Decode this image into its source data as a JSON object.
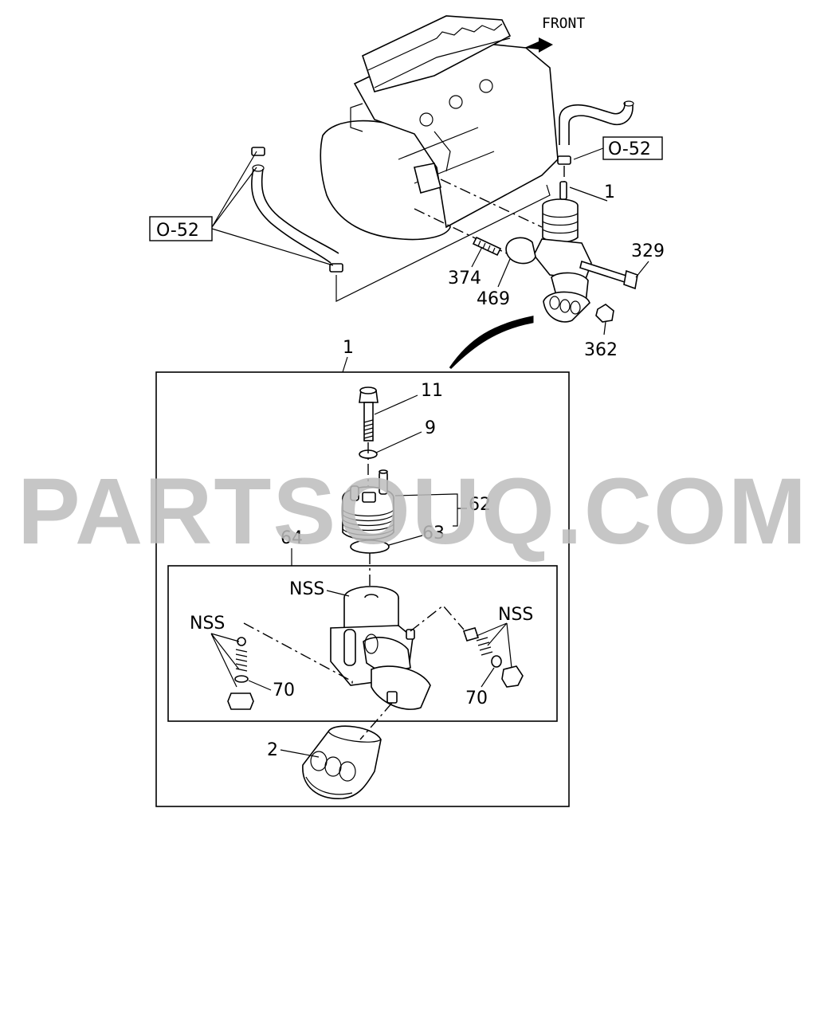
{
  "front_label": "FRONT",
  "ref_box_left": "O-52",
  "ref_box_right": "O-52",
  "overview_callouts": {
    "assembly": "1",
    "bolt": "329",
    "stud": "374",
    "gasket": "469",
    "nut": "362"
  },
  "detail": {
    "title_number": "1",
    "bolt": "11",
    "washer": "9",
    "cooler": "62",
    "oring": "63",
    "housing_group": "64",
    "housing_nss": "NSS",
    "left_nss": "NSS",
    "right_nss": "NSS",
    "left_oring": "70",
    "right_oring": "70",
    "filter": "2"
  },
  "watermark": "PARTSOUQ.COM"
}
